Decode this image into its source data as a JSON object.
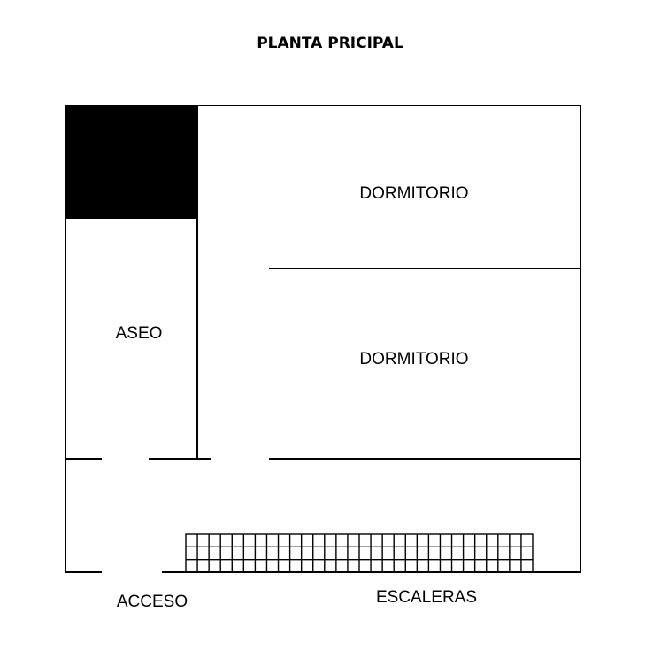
{
  "title": "PLANTA PRICIPAL",
  "rooms": {
    "dormitorio_1": "DORMITORIO",
    "dormitorio_2": "DORMITORIO",
    "aseo": "ASEO",
    "acceso": "ACCESO",
    "escaleras": "ESCALERAS"
  },
  "colors": {
    "walls": "#000000",
    "background": "#ffffff",
    "solid_block": "#000000"
  }
}
